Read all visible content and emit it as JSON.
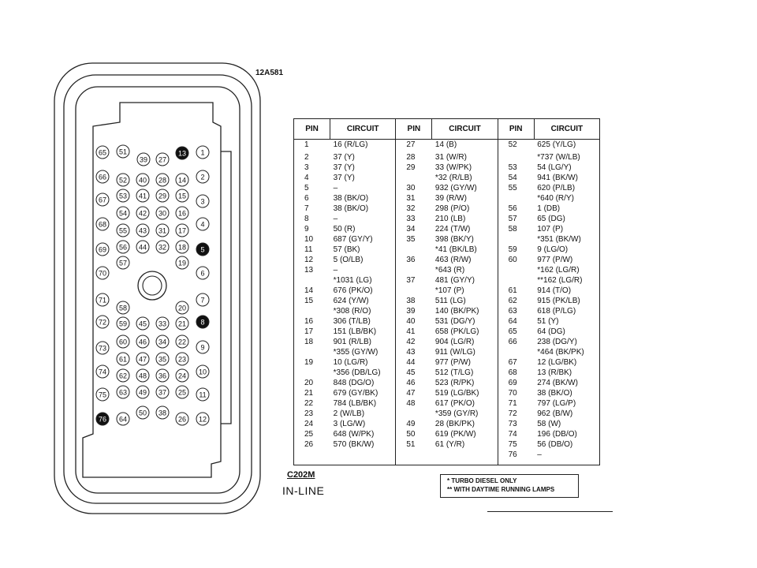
{
  "connector": {
    "part_number": "12A581",
    "id": "C202M",
    "type": "IN-LINE",
    "filled_pins": [
      "13",
      "5",
      "8",
      "76"
    ],
    "pins": [
      [
        "65",
        130,
        193
      ],
      [
        "51",
        156,
        192
      ],
      [
        "39",
        182,
        202
      ],
      [
        "27",
        206,
        202
      ],
      [
        "13",
        231,
        194
      ],
      [
        "1",
        257,
        193
      ],
      [
        "66",
        130,
        224
      ],
      [
        "52",
        156,
        228
      ],
      [
        "40",
        181,
        228
      ],
      [
        "28",
        206,
        228
      ],
      [
        "14",
        231,
        228
      ],
      [
        "2",
        257,
        224
      ],
      [
        "67",
        130,
        253
      ],
      [
        "53",
        156,
        248
      ],
      [
        "41",
        181,
        248
      ],
      [
        "29",
        206,
        248
      ],
      [
        "15",
        231,
        248
      ],
      [
        "3",
        257,
        255
      ],
      [
        "54",
        156,
        270
      ],
      [
        "42",
        181,
        270
      ],
      [
        "30",
        206,
        270
      ],
      [
        "16",
        231,
        270
      ],
      [
        "68",
        130,
        284
      ],
      [
        "55",
        156,
        292
      ],
      [
        "43",
        181,
        292
      ],
      [
        "31",
        206,
        292
      ],
      [
        "17",
        231,
        292
      ],
      [
        "4",
        257,
        284
      ],
      [
        "69",
        130,
        316
      ],
      [
        "56",
        156,
        313
      ],
      [
        "44",
        181,
        313
      ],
      [
        "32",
        206,
        313
      ],
      [
        "18",
        231,
        313
      ],
      [
        "5",
        257,
        316
      ],
      [
        "57",
        156,
        333
      ],
      [
        "19",
        231,
        333
      ],
      [
        "70",
        130,
        346
      ],
      [
        "6",
        257,
        346
      ],
      [
        "71",
        130,
        380
      ],
      [
        "7",
        257,
        380
      ],
      [
        "58",
        156,
        390
      ],
      [
        "20",
        231,
        390
      ],
      [
        "72",
        130,
        408
      ],
      [
        "59",
        156,
        410
      ],
      [
        "45",
        181,
        410
      ],
      [
        "33",
        206,
        410
      ],
      [
        "21",
        231,
        410
      ],
      [
        "8",
        257,
        408
      ],
      [
        "60",
        156,
        433
      ],
      [
        "46",
        181,
        433
      ],
      [
        "34",
        206,
        433
      ],
      [
        "22",
        231,
        433
      ],
      [
        "73",
        130,
        441
      ],
      [
        "9",
        257,
        440
      ],
      [
        "61",
        156,
        455
      ],
      [
        "47",
        181,
        455
      ],
      [
        "35",
        206,
        455
      ],
      [
        "23",
        231,
        455
      ],
      [
        "74",
        130,
        471
      ],
      [
        "62",
        156,
        476
      ],
      [
        "48",
        181,
        476
      ],
      [
        "36",
        206,
        476
      ],
      [
        "24",
        231,
        476
      ],
      [
        "10",
        257,
        471
      ],
      [
        "75",
        130,
        500
      ],
      [
        "63",
        156,
        497
      ],
      [
        "49",
        181,
        497
      ],
      [
        "37",
        206,
        497
      ],
      [
        "25",
        231,
        497
      ],
      [
        "11",
        257,
        500
      ],
      [
        "50",
        181,
        523
      ],
      [
        "38",
        206,
        523
      ],
      [
        "76",
        130,
        531
      ],
      [
        "64",
        156,
        531
      ],
      [
        "26",
        231,
        531
      ],
      [
        "12",
        257,
        531
      ]
    ]
  },
  "table": {
    "headers": [
      "PIN",
      "CIRCUIT",
      "PIN",
      "CIRCUIT",
      "PIN",
      "CIRCUIT"
    ],
    "rows": [
      [
        "1",
        "16 (R/LG)",
        "27",
        "14 (B)",
        "52",
        "625 (Y/LG)"
      ],
      [
        "2",
        "37 (Y)",
        "28",
        "31 (W/R)",
        "",
        "*737 (W/LB)"
      ],
      [
        "3",
        "37 (Y)",
        "29",
        "33 (W/PK)",
        "53",
        "54 (LG/Y)"
      ],
      [
        "4",
        "37 (Y)",
        "",
        "*32 (R/LB)",
        "54",
        "941 (BK/W)"
      ],
      [
        "5",
        "–",
        "30",
        "932 (GY/W)",
        "55",
        "620 (P/LB)"
      ],
      [
        "6",
        "38 (BK/O)",
        "31",
        "39 (R/W)",
        "",
        "*640 (R/Y)"
      ],
      [
        "7",
        "38 (BK/O)",
        "32",
        "298 (P/O)",
        "56",
        "1 (DB)"
      ],
      [
        "8",
        "–",
        "33",
        "210 (LB)",
        "57",
        "65 (DG)"
      ],
      [
        "9",
        "50 (R)",
        "34",
        "224 (T/W)",
        "58",
        "107 (P)"
      ],
      [
        "10",
        "687 (GY/Y)",
        "35",
        "398 (BK/Y)",
        "",
        "*351 (BK/W)"
      ],
      [
        "11",
        "57 (BK)",
        "",
        "*41 (BK/LB)",
        "59",
        "9 (LG/O)"
      ],
      [
        "12",
        "5 (O/LB)",
        "36",
        "463 (R/W)",
        "60",
        "977 (P/W)"
      ],
      [
        "13",
        "–",
        "",
        "*643 (R)",
        "",
        "*162 (LG/R)"
      ],
      [
        "",
        "*1031 (LG)",
        "37",
        "481 (GY/Y)",
        "",
        "**162 (LG/R)"
      ],
      [
        "14",
        "676 (PK/O)",
        "",
        "*107 (P)",
        "61",
        "914 (T/O)"
      ],
      [
        "15",
        "624 (Y/W)",
        "38",
        "511 (LG)",
        "62",
        "915 (PK/LB)"
      ],
      [
        "",
        "*308 (R/O)",
        "39",
        "140 (BK/PK)",
        "63",
        "618 (P/LG)"
      ],
      [
        "16",
        "306 (T/LB)",
        "40",
        "531 (DG/Y)",
        "64",
        "51 (Y)"
      ],
      [
        "17",
        "151 (LB/BK)",
        "41",
        "658 (PK/LG)",
        "65",
        "64 (DG)"
      ],
      [
        "18",
        "901 (R/LB)",
        "42",
        "904 (LG/R)",
        "66",
        "238 (DG/Y)"
      ],
      [
        "",
        "*355 (GY/W)",
        "43",
        "911 (W/LG)",
        "",
        "*464 (BK/PK)"
      ],
      [
        "19",
        "10 (LG/R)",
        "44",
        "977 (P/W)",
        "67",
        "12 (LG/BK)"
      ],
      [
        "",
        "*356 (DB/LG)",
        "45",
        "512 (T/LG)",
        "68",
        "13 (R/BK)"
      ],
      [
        "20",
        "848 (DG/O)",
        "46",
        "523 (R/PK)",
        "69",
        "274 (BK/W)"
      ],
      [
        "21",
        "679 (GY/BK)",
        "47",
        "519 (LG/BK)",
        "70",
        "38 (BK/O)"
      ],
      [
        "22",
        "784 (LB/BK)",
        "48",
        "617 (PK/O)",
        "71",
        "797 (LG/P)"
      ],
      [
        "23",
        "2 (W/LB)",
        "",
        "*359 (GY/R)",
        "72",
        "962 (B/W)"
      ],
      [
        "24",
        "3 (LG/W)",
        "49",
        "28 (BK/PK)",
        "73",
        "58 (W)"
      ],
      [
        "25",
        "648 (W/PK)",
        "50",
        "619 (PK/W)",
        "74",
        "196 (DB/O)"
      ],
      [
        "26",
        "570 (BK/W)",
        "51",
        "61 (Y/R)",
        "75",
        "56 (DB/O)"
      ],
      [
        "",
        "",
        "",
        "",
        "76",
        "–"
      ]
    ]
  },
  "notes": {
    "turbo": "*  TURBO DIESEL ONLY",
    "daytime": "**  WITH DAYTIME RUNNING LAMPS"
  }
}
